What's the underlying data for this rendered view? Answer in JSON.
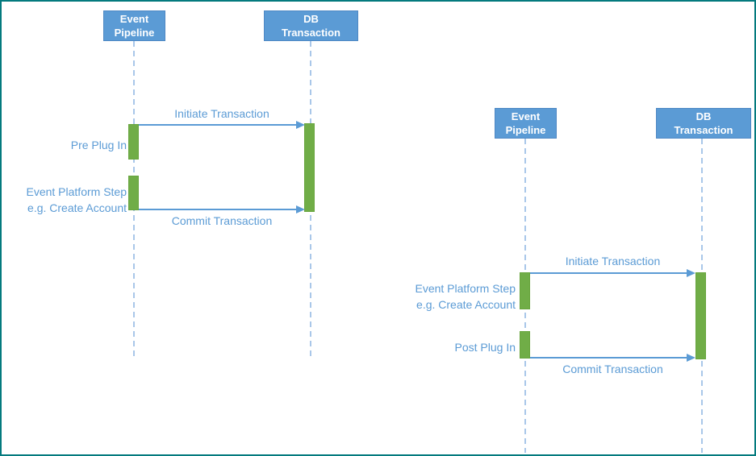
{
  "colors": {
    "canvas_border": "#047a7e",
    "background": "#ffffff",
    "actor_fill": "#5b9bd5",
    "actor_text": "#ffffff",
    "message_blue": "#5b9bd5",
    "lifeline_blue": "#a9c7e9",
    "activation_green": "#70ad47"
  },
  "left_diagram": {
    "actors": [
      {
        "line1": "Event",
        "line2": "Pipeline"
      },
      {
        "line1": "DB",
        "line2": "Transaction"
      }
    ],
    "messages": [
      {
        "label": "Initiate Transaction"
      },
      {
        "label": "Commit Transaction"
      }
    ],
    "steps": [
      {
        "line1": "Pre Plug In",
        "line2": ""
      },
      {
        "line1": "Event Platform Step",
        "line2": "e.g. Create Account"
      }
    ]
  },
  "right_diagram": {
    "actors": [
      {
        "line1": "Event",
        "line2": "Pipeline"
      },
      {
        "line1": "DB",
        "line2": "Transaction"
      }
    ],
    "messages": [
      {
        "label": "Initiate Transaction"
      },
      {
        "label": "Commit Transaction"
      }
    ],
    "steps": [
      {
        "line1": "Event Platform Step",
        "line2": "e.g. Create Account"
      },
      {
        "line1": "Post Plug In",
        "line2": ""
      }
    ]
  }
}
